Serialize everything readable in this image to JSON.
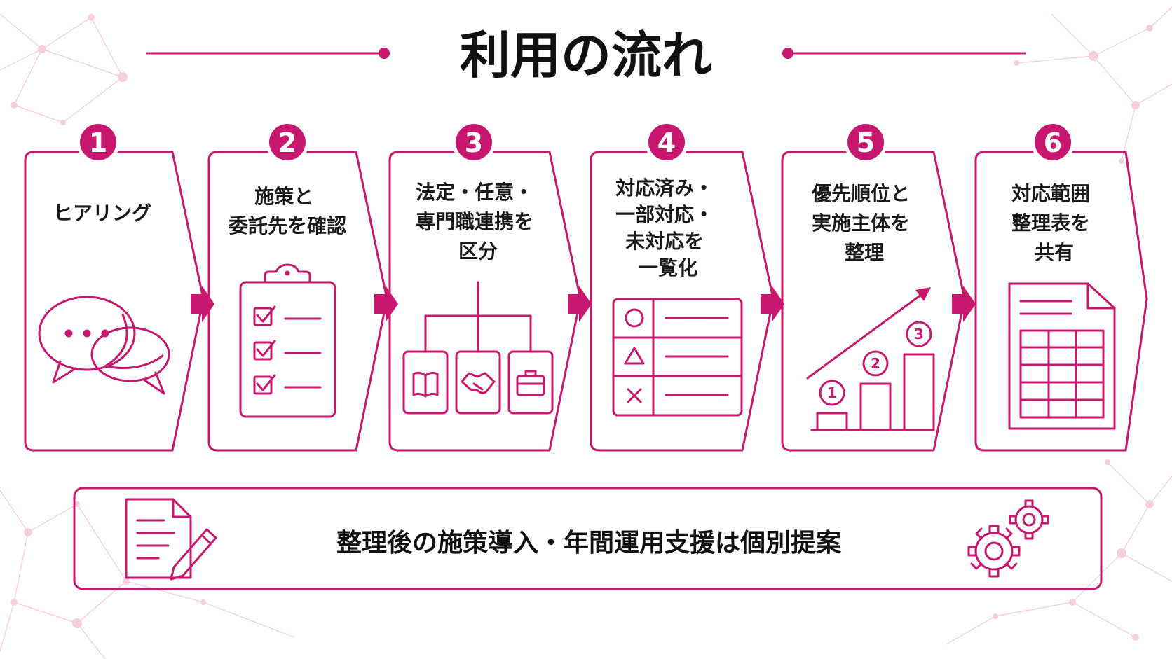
{
  "title": "利用の流れ",
  "colors": {
    "accent": "#c8176e",
    "text": "#111111",
    "background": "#ffffff",
    "network": "#f4c9dc"
  },
  "steps": [
    {
      "number": "1",
      "lines": [
        "ヒアリング"
      ],
      "icon": "speech-bubbles-icon"
    },
    {
      "number": "2",
      "lines": [
        "施策と",
        "委託先を確認"
      ],
      "icon": "clipboard-checklist-icon"
    },
    {
      "number": "3",
      "lines": [
        "法定・任意・",
        "専門職連携を",
        "区分"
      ],
      "icon": "category-tree-icon"
    },
    {
      "number": "4",
      "lines": [
        "対応済み・",
        "一部対応・",
        "未対応を",
        "一覧化"
      ],
      "icon": "status-table-icon"
    },
    {
      "number": "5",
      "lines": [
        "優先順位と",
        "実施主体を",
        "整理"
      ],
      "icon": "priority-steps-chart-icon",
      "ranks": [
        "1",
        "2",
        "3"
      ]
    },
    {
      "number": "6",
      "lines": [
        "対応範囲",
        "整理表を",
        "共有"
      ],
      "icon": "spreadsheet-document-icon"
    }
  ],
  "footer": {
    "text": "整理後の施策導入・年間運用支援は個別提案",
    "left_icon": "document-pen-icon",
    "right_icon": "gears-icon"
  }
}
